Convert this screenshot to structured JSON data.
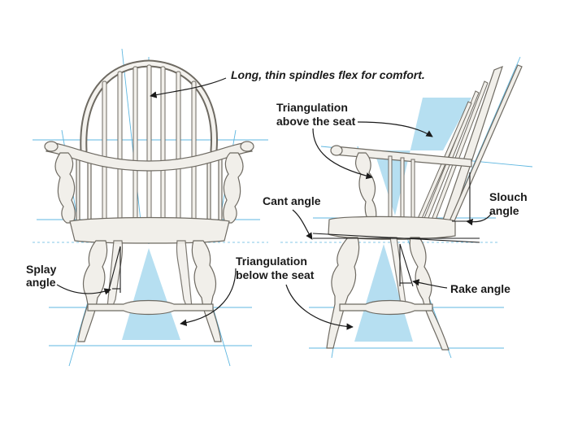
{
  "callouts": {
    "spindles": "Long, thin spindles flex for comfort.",
    "tri_above_1": "Triangulation",
    "tri_above_2": "above the seat",
    "cant": "Cant angle",
    "slouch_1": "Slouch",
    "slouch_2": "angle",
    "splay_1": "Splay",
    "splay_2": "angle",
    "tri_below_1": "Triangulation",
    "tri_below_2": "below the seat",
    "rake": "Rake angle"
  },
  "colors": {
    "wood_fill": "#f1efea",
    "wood_stroke": "#6e6a62",
    "triangle": "#a9d9ef",
    "guide": "#5fb7e0",
    "leader": "#1a1a1a"
  }
}
